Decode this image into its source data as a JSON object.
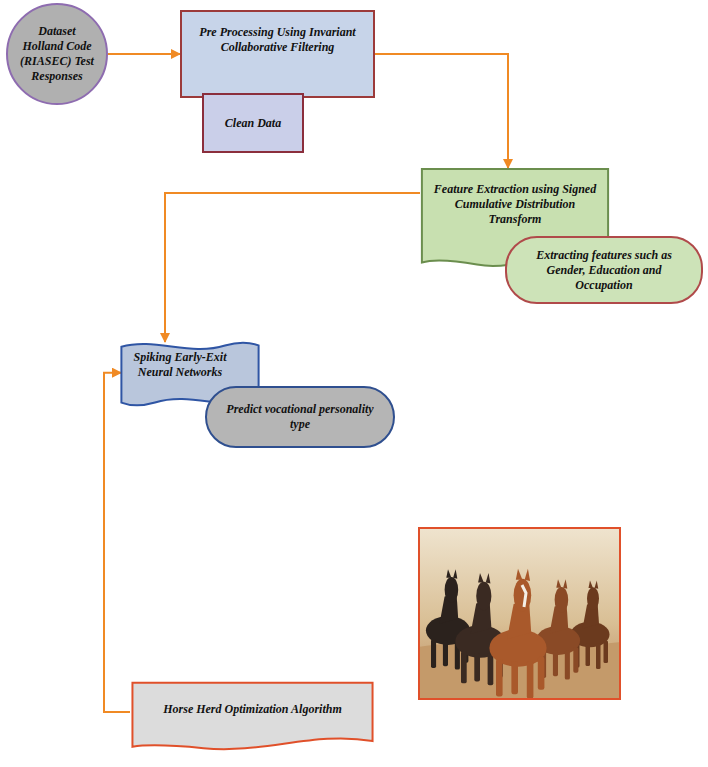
{
  "diagram": {
    "nodes": [
      {
        "text": [
          "Dataset Holland Code (RIASEC) Test Responses"
        ]
      },
      {
        "text": [
          "Pre Processing Using Invariant Collaborative Filtering"
        ]
      },
      {
        "text": [
          "Clean Data"
        ]
      },
      {
        "text": [
          "Feature Extraction using Signed Cumulative Distribution Transform"
        ]
      },
      {
        "text": [
          "Extracting features such as Gender, Education and Occupation"
        ]
      },
      {
        "text": [
          "Spiking Early-Exit Neural Networks"
        ]
      },
      {
        "text": [
          "Predict vocational personality type"
        ]
      },
      {
        "text": [
          "Horse Herd Optimization Algorithm"
        ]
      }
    ],
    "edges": [
      {
        "from": 0,
        "to": 1,
        "arrow": "to"
      },
      {
        "from": 1,
        "to": 3,
        "arrow": "to"
      },
      {
        "from": 3,
        "to": 5,
        "arrow": "to"
      },
      {
        "from": 7,
        "to": 5,
        "arrow": "to"
      }
    ]
  }
}
